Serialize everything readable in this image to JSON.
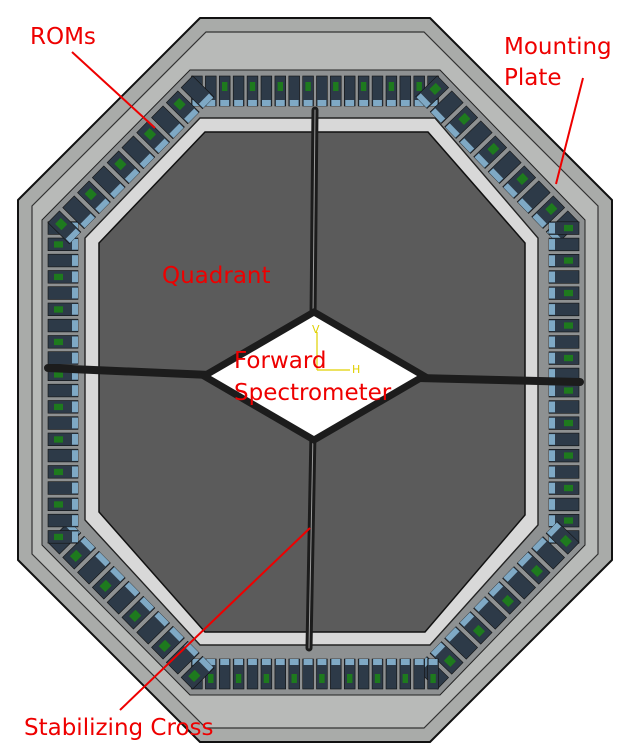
{
  "labels": {
    "roms": "ROMs",
    "mounting_plate_1": "Mounting",
    "mounting_plate_2": "Plate",
    "quadrant": "Quadrant",
    "forward_1": "Forward",
    "forward_2": "Spectrometer",
    "stabilizing_cross": "Stabilizing Cross"
  },
  "axis_markers": {
    "vertical": "V",
    "horizontal": "H"
  },
  "colors": {
    "label": "#ee0000",
    "pointer": "#ee0000",
    "mounting_plate": "#a9aba9",
    "plate_light": "#d8d8d8",
    "quadrant": "#5b5b5b",
    "cross": "#1c1c1c",
    "module_body": "#2d3a48",
    "module_light": "#7fa9c5",
    "module_green": "#1e7a1e",
    "outline": "#111111",
    "marker": "#e0d000"
  }
}
